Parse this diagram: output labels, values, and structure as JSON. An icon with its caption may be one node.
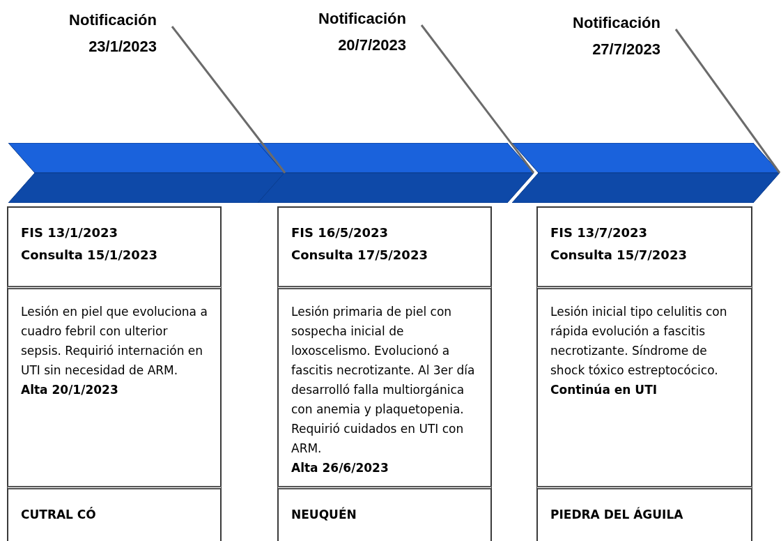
{
  "diagram": {
    "nodes": [
      {
        "text": [
          "Notificación 23/1/2023"
        ]
      },
      {
        "text": [
          "Notificación 20/7/2023"
        ]
      },
      {
        "text": [
          "Notificación 27/7/2023"
        ]
      },
      {
        "text": [],
        "shape": "arrow"
      },
      {
        "text": [],
        "shape": "arrow"
      },
      {
        "text": [],
        "shape": "arrow"
      },
      {
        "text": [
          "FIS 13/1/2023",
          "Consulta 15/1/2023"
        ]
      },
      {
        "text": [
          "Lesión en piel que evoluciona a cuadro febril con ulterior sepsis. Requirió internación en UTI sin necesidad de ARM.",
          "Alta 20/1/2023"
        ]
      },
      {
        "text": [
          "CUTRAL CÓ"
        ]
      },
      {
        "text": [
          "FIS 16/5/2023",
          "Consulta 17/5/2023"
        ]
      },
      {
        "text": [
          "Lesión primaria de piel con sospecha inicial de loxoscelismo. Evolucionó a fascitis necrotizante. Al 3er día desarrolló falla multiorgánica con anemia y plaquetopenia. Requirió cuidados en UTI con ARM.",
          "Alta 26/6/2023"
        ]
      },
      {
        "text": [
          "NEUQUÉN"
        ]
      },
      {
        "text": [
          "FIS 13/7/2023",
          "Consulta 15/7/2023"
        ]
      },
      {
        "text": [
          "Lesión inicial tipo celulitis con rápida evolución a fascitis necrotizante. Síndrome de shock tóxico estreptocócico.",
          "Continúa en UTI"
        ]
      },
      {
        "text": [
          "PIEDRA DEL ÁGUILA"
        ]
      }
    ],
    "edges": [
      {
        "from": 0,
        "to": 3,
        "arrow": "none"
      },
      {
        "from": 1,
        "to": 4,
        "arrow": "none"
      },
      {
        "from": 2,
        "to": 5,
        "arrow": "none"
      }
    ]
  }
}
